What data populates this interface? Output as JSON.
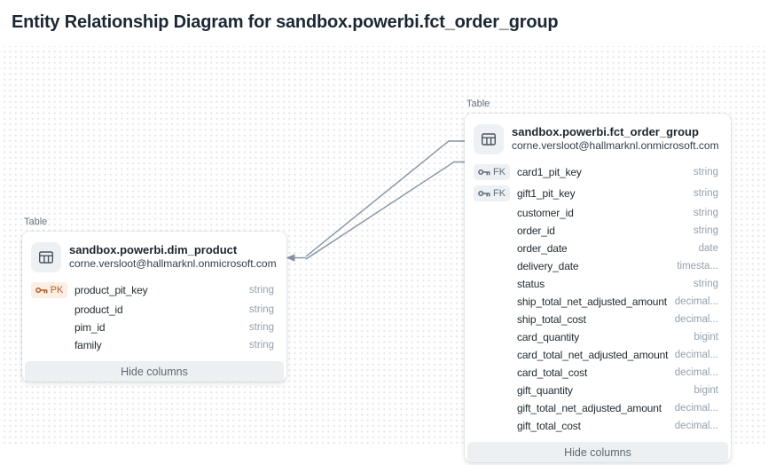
{
  "page": {
    "title": "Entity Relationship Diagram for sandbox.powerbi.fct_order_group"
  },
  "colors": {
    "title_text": "#1b2733",
    "pk_accent": "#b95d28",
    "pk_background": "#fbeee5",
    "fk_accent": "#5d6b78",
    "fk_background": "#eef1f3",
    "relationship_line": "#8593a2",
    "canvas_dot": "#e2e5e9",
    "footer_background": "#edf0f2"
  },
  "icons": {
    "table_header": "table-icon",
    "key": "key-icon"
  },
  "tables": [
    {
      "label": "Table",
      "name": "sandbox.powerbi.dim_product",
      "owner": "corne.versloot@hallmarknl.onmicrosoft.com",
      "footer": "Hide columns",
      "columns": [
        {
          "name": "product_pit_key",
          "type": "string",
          "key": "PK"
        },
        {
          "name": "product_id",
          "type": "string"
        },
        {
          "name": "pim_id",
          "type": "string"
        },
        {
          "name": "family",
          "type": "string"
        }
      ]
    },
    {
      "label": "Table",
      "name": "sandbox.powerbi.fct_order_group",
      "owner": "corne.versloot@hallmarknl.onmicrosoft.com",
      "footer": "Hide columns",
      "columns": [
        {
          "name": "card1_pit_key",
          "type": "string",
          "key": "FK"
        },
        {
          "name": "gift1_pit_key",
          "type": "string",
          "key": "FK"
        },
        {
          "name": "customer_id",
          "type": "string"
        },
        {
          "name": "order_id",
          "type": "string"
        },
        {
          "name": "order_date",
          "type": "date"
        },
        {
          "name": "delivery_date",
          "type": "timesta..."
        },
        {
          "name": "status",
          "type": "string"
        },
        {
          "name": "ship_total_net_adjusted_amount",
          "type": "decimal..."
        },
        {
          "name": "ship_total_cost",
          "type": "decimal..."
        },
        {
          "name": "card_quantity",
          "type": "bigint"
        },
        {
          "name": "card_total_net_adjusted_amount",
          "type": "decimal..."
        },
        {
          "name": "card_total_cost",
          "type": "decimal..."
        },
        {
          "name": "gift_quantity",
          "type": "bigint"
        },
        {
          "name": "gift_total_net_adjusted_amount",
          "type": "decimal..."
        },
        {
          "name": "gift_total_cost",
          "type": "decimal..."
        }
      ]
    }
  ],
  "relationships": [
    {
      "from": "sandbox.powerbi.fct_order_group.card1_pit_key",
      "to": "sandbox.powerbi.dim_product.product_pit_key"
    },
    {
      "from": "sandbox.powerbi.fct_order_group.gift1_pit_key",
      "to": "sandbox.powerbi.dim_product.product_pit_key"
    }
  ]
}
